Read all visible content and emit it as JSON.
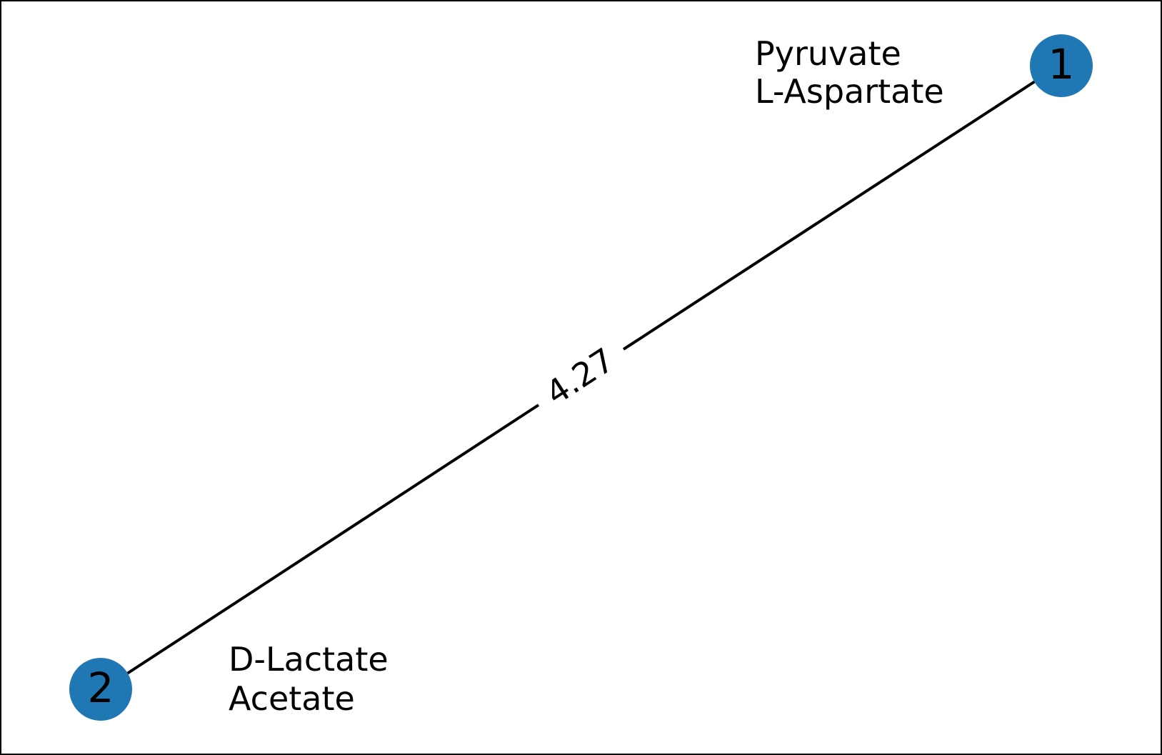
{
  "colors": {
    "node_fill": "#1f77b4",
    "edge": "#000000",
    "text": "#000000"
  },
  "nodes": [
    {
      "id": "1",
      "labels": [
        "Pyruvate",
        "L-Aspartate"
      ]
    },
    {
      "id": "2",
      "labels": [
        "D-Lactate",
        "Acetate"
      ]
    }
  ],
  "edges": [
    {
      "from": "2",
      "to": "1",
      "weight": "4.27"
    }
  ]
}
